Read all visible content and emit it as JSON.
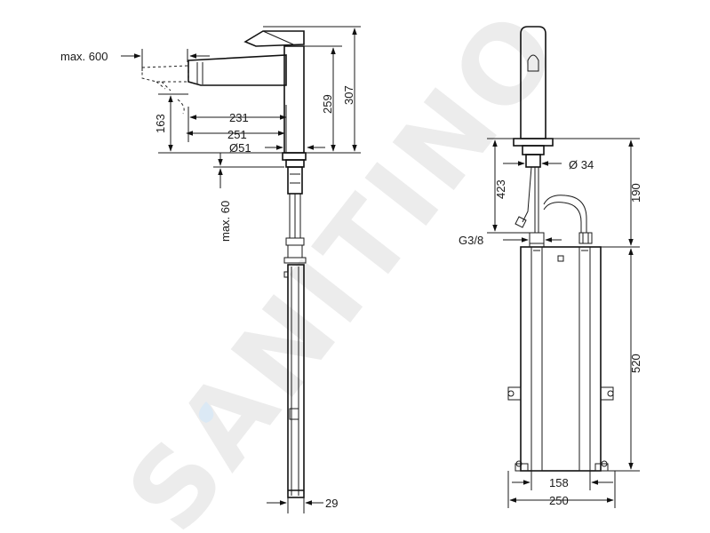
{
  "watermark": "SANITINO",
  "left_view": {
    "max_pullout": "max. 600",
    "d231": "231",
    "d251": "251",
    "d51": "Ø51",
    "d163": "163",
    "d259": "259",
    "d307": "307",
    "max_hose": "max. 60",
    "d29": "29"
  },
  "right_view": {
    "d34": "Ø 34",
    "d423": "423",
    "d190": "190",
    "thread": "G3/8",
    "d520": "520",
    "d158": "158",
    "d250": "250"
  }
}
